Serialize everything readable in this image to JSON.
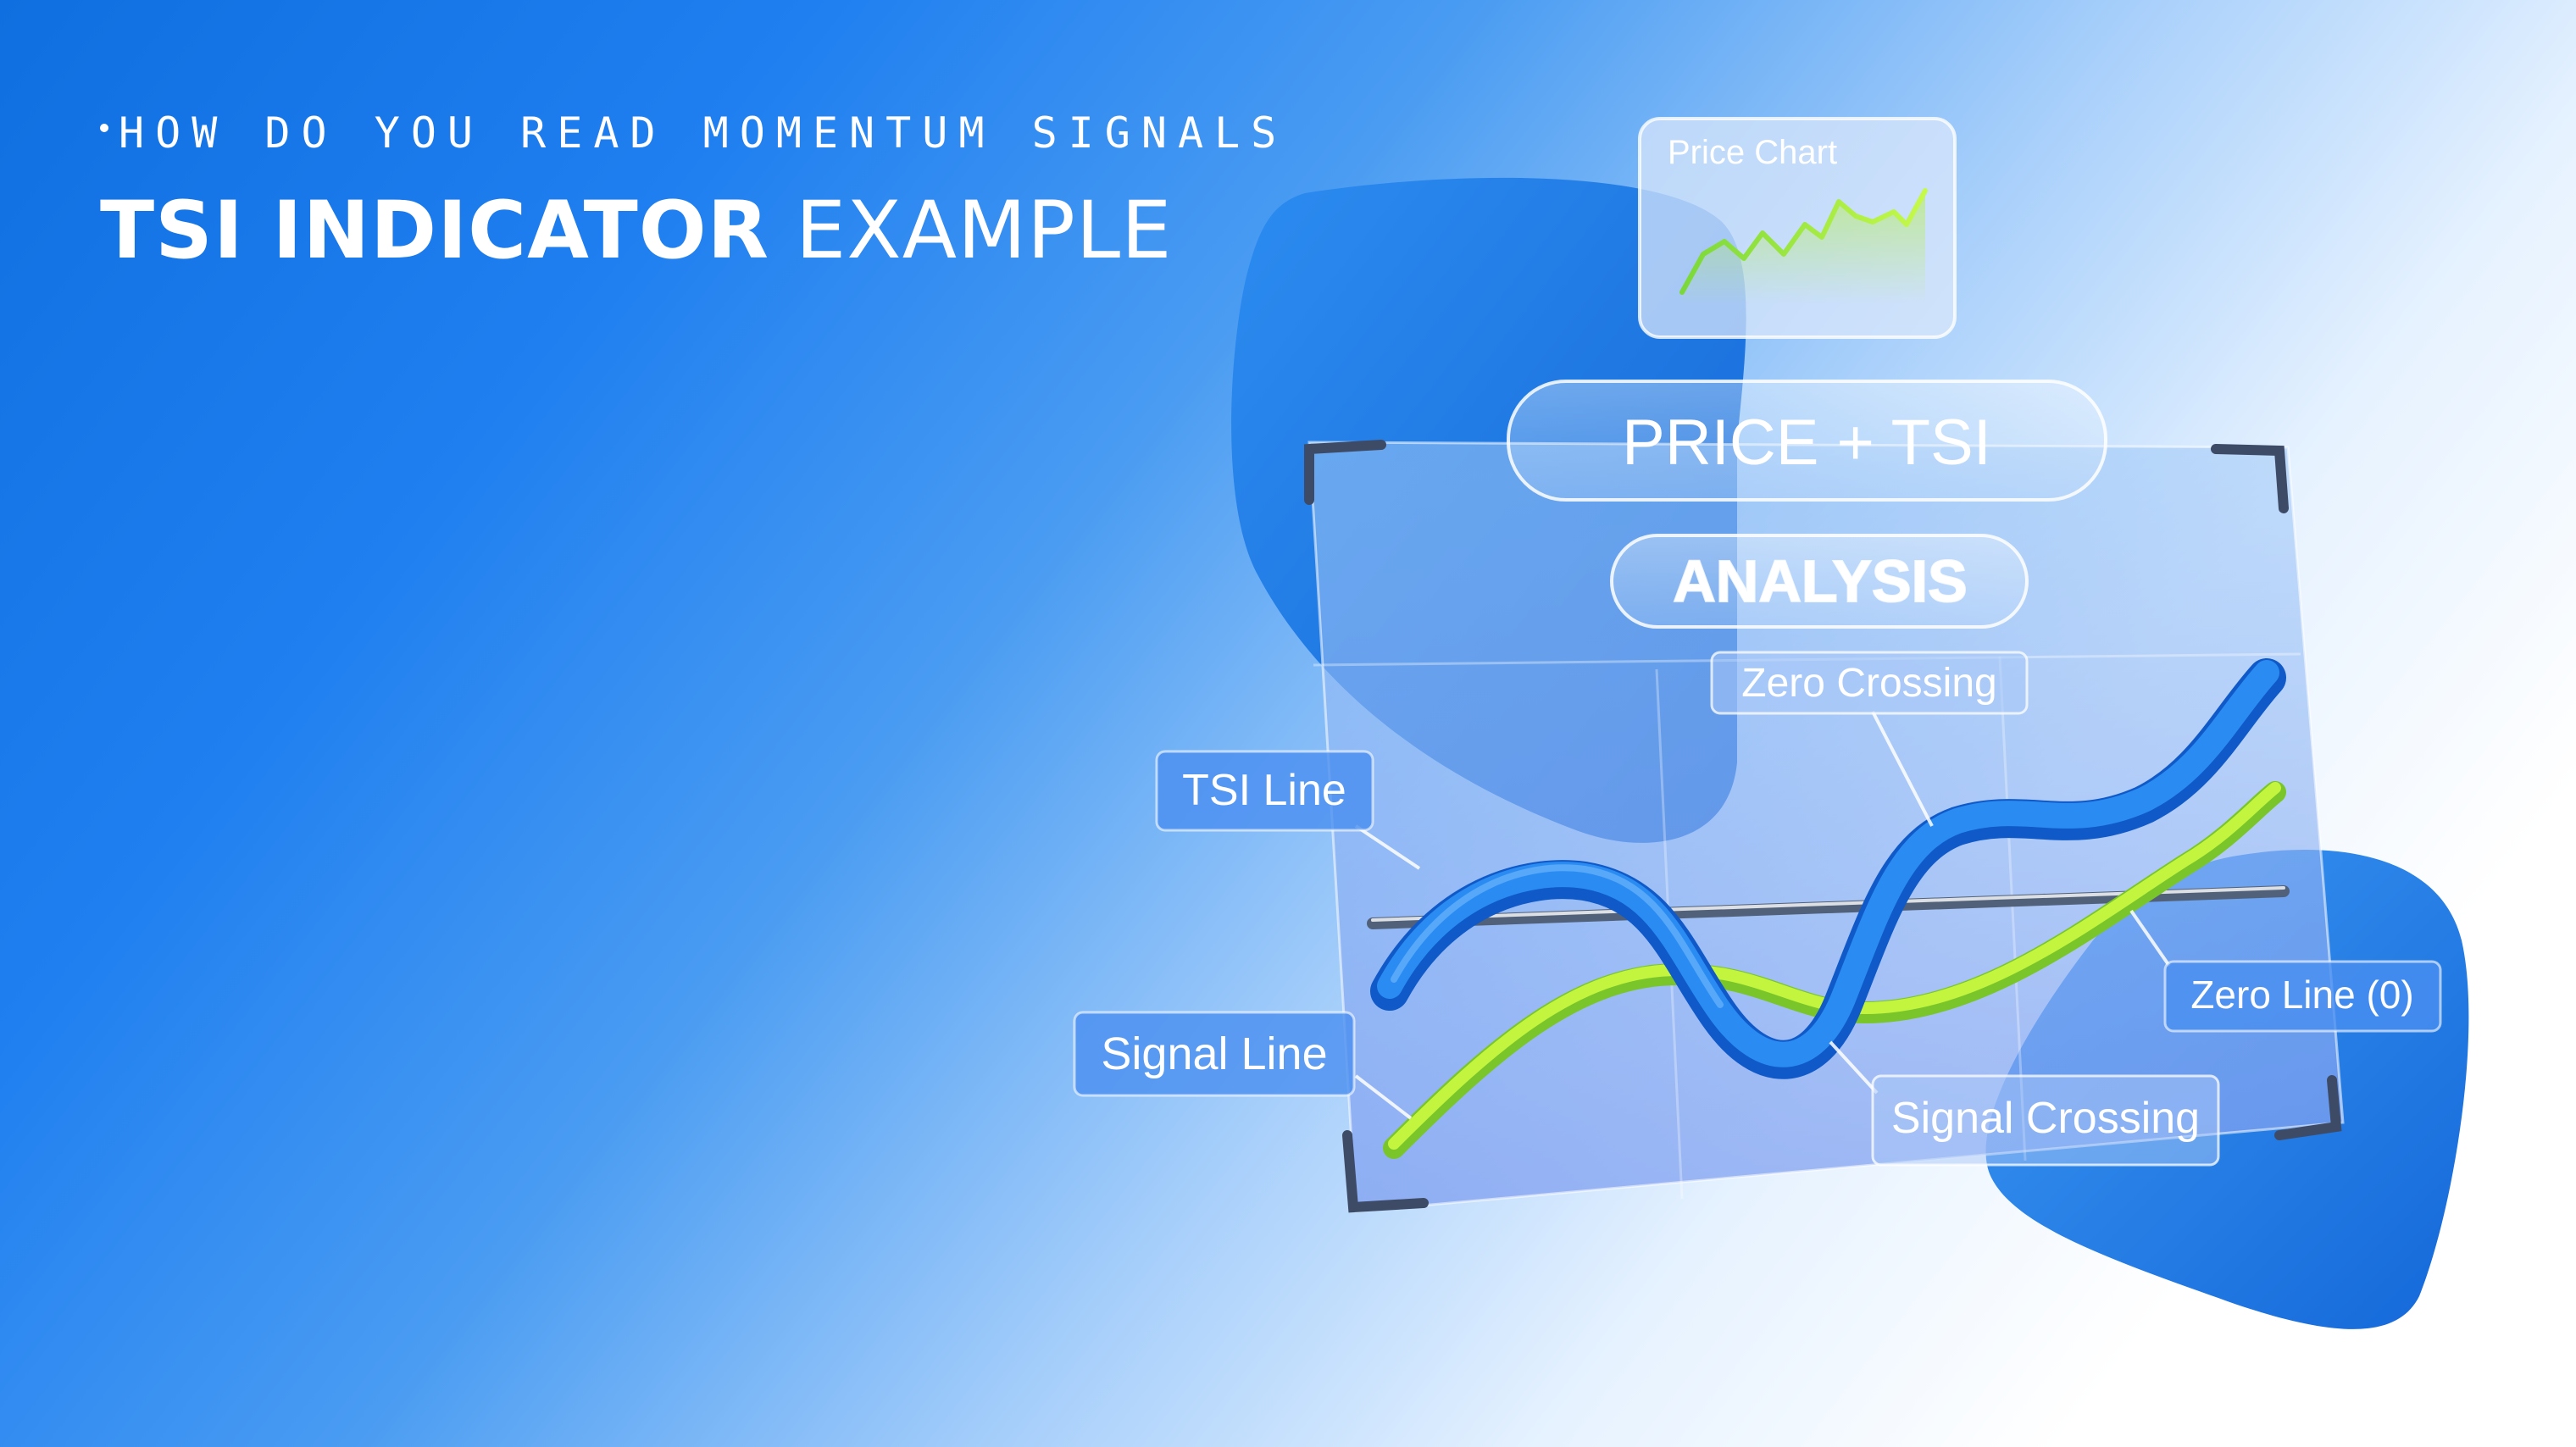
{
  "header": {
    "kicker": "HOW DO YOU READ MOMENTUM SIGNALS",
    "title_bold": "TSI INDICATOR",
    "title_light": "EXAMPLE"
  },
  "illustration": {
    "price_chart_label": "Price Chart",
    "pill_primary": "PRICE + TSI",
    "pill_secondary": "ANALYSIS",
    "callouts": {
      "tsi_line": "TSI Line",
      "zero_crossing": "Zero Crossing",
      "zero_line": "Zero Line (0)",
      "signal_line": "Signal Line",
      "signal_crossing": "Signal Crossing"
    },
    "colors": {
      "tsi_line": "#1a7ae8",
      "signal_line": "#b3ef2e",
      "blob": "#1d7fe6"
    }
  }
}
